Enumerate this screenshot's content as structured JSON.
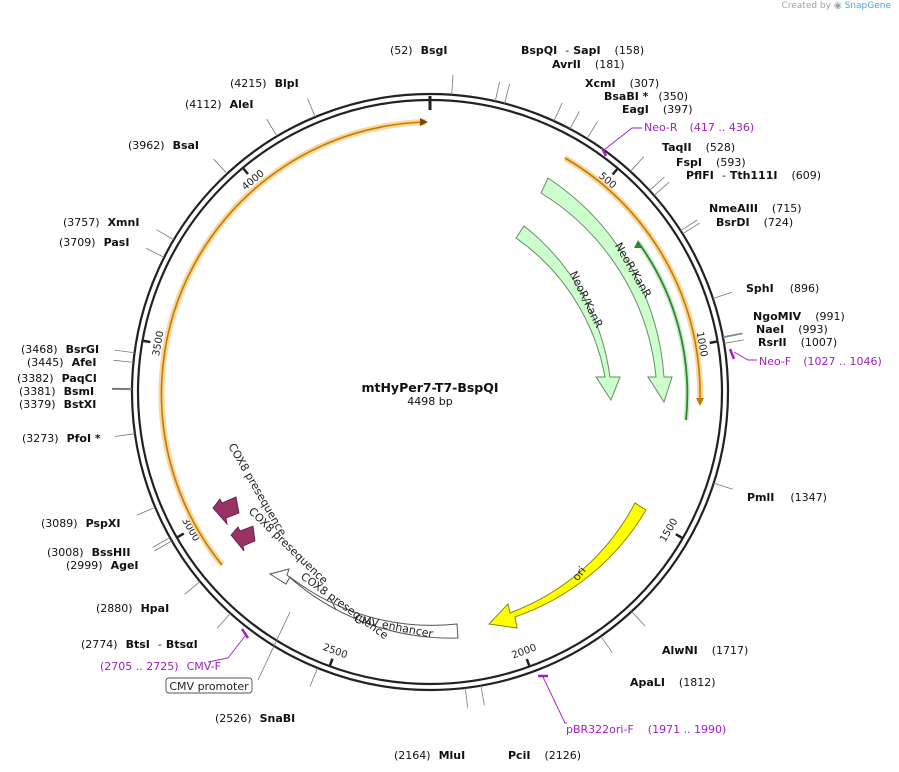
{
  "app": {
    "credit_prefix": "Created by",
    "credit_brand": "SnapGene"
  },
  "map": {
    "name": "mtHyPer7-T7-BspQI",
    "length_label": "4498 bp",
    "total_bp": 4498,
    "ticks": [
      {
        "label": "500",
        "pos": 500
      },
      {
        "label": "1000",
        "pos": 1000
      },
      {
        "label": "1500",
        "pos": 1500
      },
      {
        "label": "2000",
        "pos": 2000
      },
      {
        "label": "2500",
        "pos": 2500
      },
      {
        "label": "3000",
        "pos": 3000
      },
      {
        "label": "3500",
        "pos": 3500
      },
      {
        "label": "4000",
        "pos": 4000
      }
    ],
    "enzymes_right": [
      {
        "id": "bsgI",
        "pos": 52,
        "pos_label": "(52)",
        "name": "BsgI"
      },
      {
        "id": "bspqI",
        "pos": 158,
        "name": "BspQI",
        "extra": "SapI",
        "pos_label": "(158)"
      },
      {
        "id": "avrII",
        "pos": 181,
        "name": "AvrII",
        "pos_label": "(181)"
      },
      {
        "id": "xcmI",
        "pos": 307,
        "name": "XcmI",
        "pos_label": "(307)"
      },
      {
        "id": "bsabI",
        "pos": 350,
        "name": "BsaBI *",
        "pos_label": "(350)"
      },
      {
        "id": "eagI",
        "pos": 397,
        "name": "EagI",
        "pos_label": "(397)"
      },
      {
        "id": "taqII",
        "pos": 528,
        "name": "TaqII",
        "pos_label": "(528)"
      },
      {
        "id": "fspI",
        "pos": 593,
        "name": "FspI",
        "pos_label": "(593)"
      },
      {
        "id": "pflfI",
        "pos": 609,
        "name": "PflFI",
        "extra": "Tth111I",
        "pos_label": "(609)"
      },
      {
        "id": "nmeaIII",
        "pos": 715,
        "name": "NmeAIII",
        "pos_label": "(715)"
      },
      {
        "id": "bsrDI",
        "pos": 724,
        "name": "BsrDI",
        "pos_label": "(724)"
      },
      {
        "id": "sphI",
        "pos": 896,
        "name": "SphI",
        "pos_label": "(896)"
      },
      {
        "id": "ngomiv",
        "pos": 991,
        "name": "NgoMIV",
        "pos_label": "(991)"
      },
      {
        "id": "naeI",
        "pos": 993,
        "name": "NaeI",
        "pos_label": "(993)"
      },
      {
        "id": "rsrII",
        "pos": 1007,
        "name": "RsrII",
        "pos_label": "(1007)"
      },
      {
        "id": "pmlI",
        "pos": 1347,
        "name": "PmlI",
        "pos_label": "(1347)"
      },
      {
        "id": "alwNI",
        "pos": 1717,
        "name": "AlwNI",
        "pos_label": "(1717)"
      },
      {
        "id": "apaLI",
        "pos": 1812,
        "name": "ApaLI",
        "pos_label": "(1812)"
      },
      {
        "id": "pciI",
        "pos": 2126,
        "name": "PciI",
        "pos_label": "(2126)"
      }
    ],
    "enzymes_left": [
      {
        "id": "mluI",
        "pos": 2164,
        "pos_label": "(2164)",
        "name": "MluI"
      },
      {
        "id": "snaBI",
        "pos": 2526,
        "pos_label": "(2526)",
        "name": "SnaBI"
      },
      {
        "id": "btsI",
        "pos": 2774,
        "pos_label": "(2774)",
        "name": "BtsI",
        "extra": "BtsαI"
      },
      {
        "id": "hpaI",
        "pos": 2880,
        "pos_label": "(2880)",
        "name": "HpaI"
      },
      {
        "id": "ageI",
        "pos": 2999,
        "pos_label": "(2999)",
        "name": "AgeI"
      },
      {
        "id": "bssHII",
        "pos": 3008,
        "pos_label": "(3008)",
        "name": "BssHII"
      },
      {
        "id": "pspXI",
        "pos": 3089,
        "pos_label": "(3089)",
        "name": "PspXI"
      },
      {
        "id": "pfoI",
        "pos": 3273,
        "pos_label": "(3273)",
        "name": "PfoI *"
      },
      {
        "id": "bstXI",
        "pos": 3379,
        "pos_label": "(3379)",
        "name": "BstXI"
      },
      {
        "id": "bsmI",
        "pos": 3381,
        "pos_label": "(3381)",
        "name": "BsmI"
      },
      {
        "id": "paqCI",
        "pos": 3382,
        "pos_label": "(3382)",
        "name": "PaqCI"
      },
      {
        "id": "afeI",
        "pos": 3445,
        "pos_label": "(3445)",
        "name": "AfeI"
      },
      {
        "id": "bsrGI",
        "pos": 3468,
        "pos_label": "(3468)",
        "name": "BsrGI"
      },
      {
        "id": "pasI",
        "pos": 3709,
        "pos_label": "(3709)",
        "name": "PasI"
      },
      {
        "id": "xmnI",
        "pos": 3757,
        "pos_label": "(3757)",
        "name": "XmnI"
      },
      {
        "id": "bsaI",
        "pos": 3962,
        "pos_label": "(3962)",
        "name": "BsaI"
      },
      {
        "id": "aleI",
        "pos": 4112,
        "pos_label": "(4112)",
        "name": "AleI"
      },
      {
        "id": "blpI",
        "pos": 4215,
        "pos_label": "(4215)",
        "name": "BlpI"
      }
    ],
    "primers": [
      {
        "id": "neo-r",
        "name": "Neo-R",
        "range": "(417 .. 436)",
        "pos": 426
      },
      {
        "id": "neo-f",
        "name": "Neo-F",
        "range": "(1027 .. 1046)",
        "pos": 1036
      },
      {
        "id": "pbr322ori-f",
        "name": "pBR322ori-F",
        "range": "(1971 .. 1990)",
        "pos": 1980
      },
      {
        "id": "cmv-f",
        "name": "CMV-F",
        "range": "(2705 .. 2725)",
        "pos": 2715
      }
    ],
    "features": [
      {
        "id": "neor-kanr-1",
        "label": "NeoR/KanR",
        "color": "#ccffcc"
      },
      {
        "id": "neor-kanr-2",
        "label": "NeoR/KanR",
        "color": "#ccffcc"
      },
      {
        "id": "ori",
        "label": "ori",
        "color": "#ffff00"
      },
      {
        "id": "cmv-enhancer",
        "label": "CMV enhancer",
        "color": "#ffffff"
      },
      {
        "id": "cmv-promoter",
        "label": "CMV promoter",
        "color": "#ffffff"
      },
      {
        "id": "cox8-1",
        "label": "COX8 presequence",
        "color": "#993366"
      },
      {
        "id": "cox8-2",
        "label": "COX8 presequence",
        "color": "#993366"
      }
    ],
    "colors": {
      "backbone": "#222222",
      "primer": "#a020c0",
      "orf_orange": "#f5b041",
      "orf_green": "#339933"
    }
  }
}
